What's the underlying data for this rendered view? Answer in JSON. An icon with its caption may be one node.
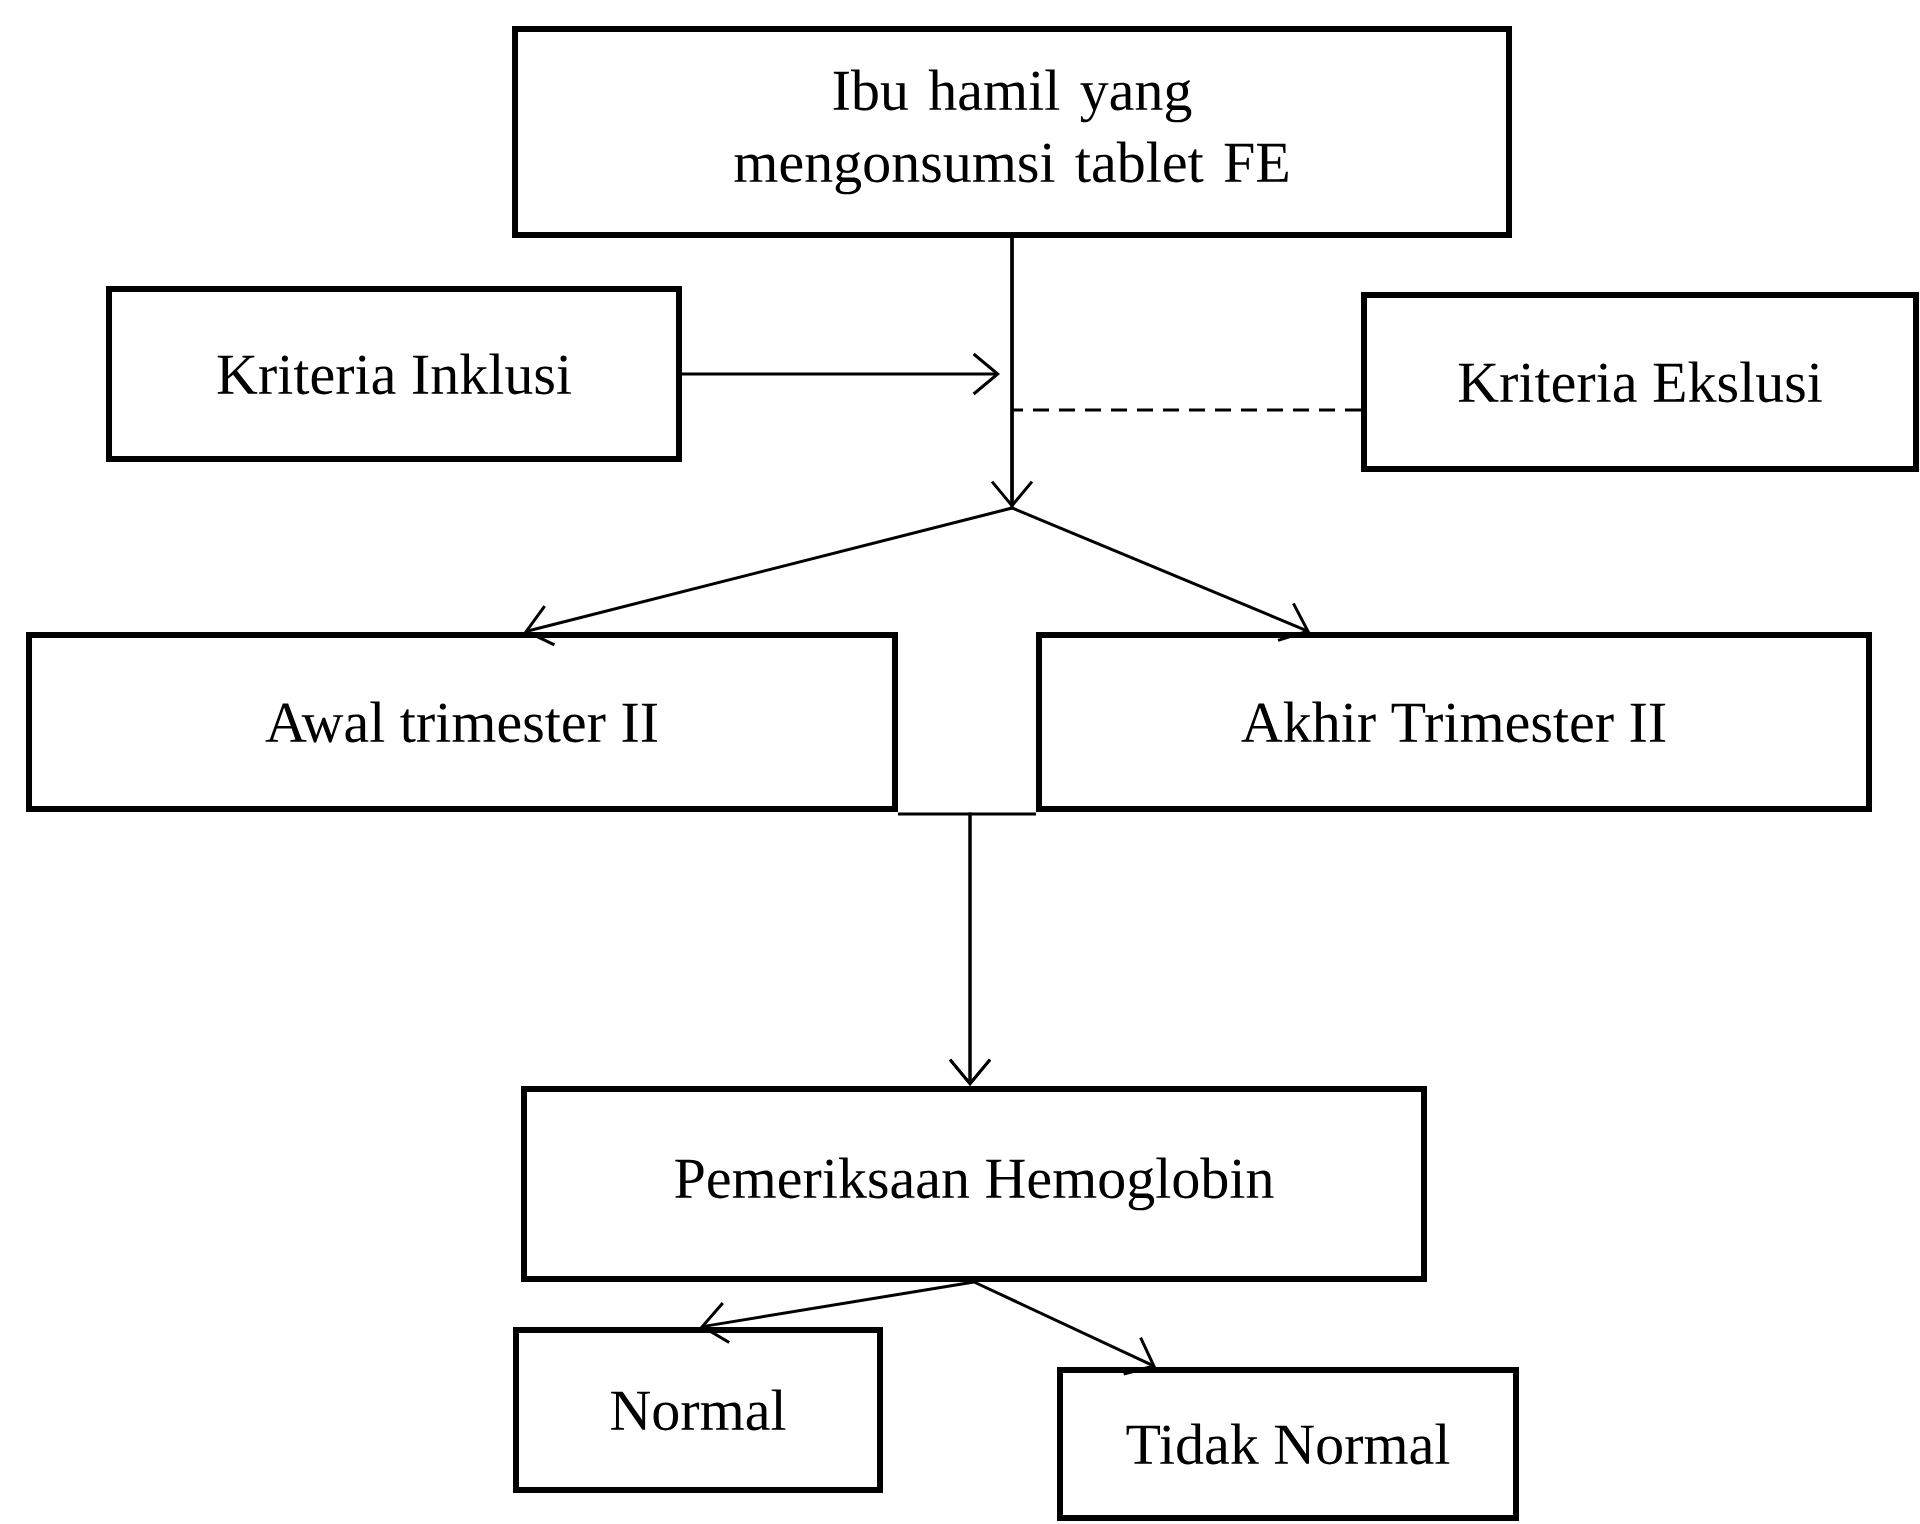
{
  "diagram": {
    "nodes": [
      {
        "text": [
          "Ibu hamil yang mengonsumsi tablet FE"
        ]
      },
      {
        "text": [
          "Kriteria Inklusi"
        ]
      },
      {
        "text": [
          "Kriteria Ekslusi"
        ]
      },
      {
        "text": [
          "Awal trimester II"
        ]
      },
      {
        "text": [
          "Akhir Trimester II"
        ]
      },
      {
        "text": [
          "Pemeriksaan Hemoglobin"
        ]
      },
      {
        "text": [
          "Normal"
        ]
      },
      {
        "text": [
          "Tidak Normal"
        ]
      }
    ],
    "edges": [
      {
        "from": 0,
        "to": 3,
        "arrow": "to"
      },
      {
        "from": 0,
        "to": 4,
        "arrow": "to"
      },
      {
        "from": 1,
        "to": null,
        "arrow": "to"
      },
      {
        "from": 2,
        "to": null,
        "arrow": "none",
        "style": "dashed"
      },
      {
        "from": 3,
        "to": 5,
        "arrow": "to"
      },
      {
        "from": 4,
        "to": 5,
        "arrow": "to"
      },
      {
        "from": 5,
        "to": 6,
        "arrow": "to"
      },
      {
        "from": 5,
        "to": 7,
        "arrow": "to"
      }
    ]
  }
}
